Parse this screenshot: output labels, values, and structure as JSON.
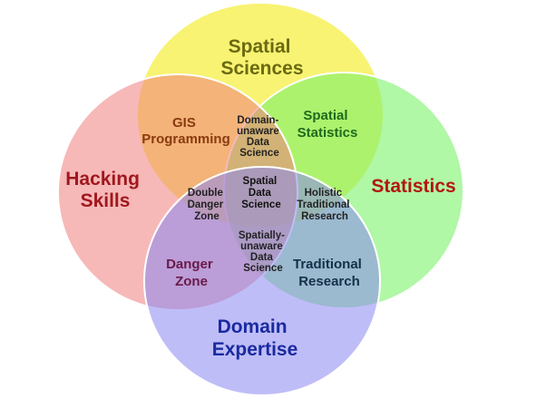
{
  "diagram": {
    "type": "venn",
    "sets": {
      "spatial_sciences": {
        "label_lines": [
          "Spatial",
          "Sciences"
        ],
        "fill": "#f6f04f",
        "text_color": "#6b6a12"
      },
      "statistics": {
        "label_lines": [
          "Statistics"
        ],
        "fill": "#7cf26a",
        "text_color": "#b3160f"
      },
      "hacking_skills": {
        "label_lines": [
          "Hacking",
          "Skills"
        ],
        "fill": "#f07e7e",
        "text_color": "#a0181e"
      },
      "domain_expertise": {
        "label_lines": [
          "Domain",
          "Expertise"
        ],
        "fill": "#8a86f0",
        "text_color": "#1a2aa0"
      }
    },
    "regions": {
      "gis_programming": {
        "label_lines": [
          "GIS",
          "Programming"
        ],
        "text_color": "#8a3a10"
      },
      "spatial_statistics": {
        "label_lines": [
          "Spatial",
          "Statistics"
        ],
        "text_color": "#1e6a1e"
      },
      "domain_unaware": {
        "label_lines": [
          "Domain-",
          "unaware",
          "Data",
          "Science"
        ],
        "text_color": "#222222"
      },
      "double_danger": {
        "label_lines": [
          "Double",
          "Danger",
          "Zone"
        ],
        "text_color": "#222222"
      },
      "spatial_data_science": {
        "label_lines": [
          "Spatial",
          "Data",
          "Science"
        ],
        "text_color": "#111111"
      },
      "holistic": {
        "label_lines": [
          "Holistic",
          "Traditional",
          "Research"
        ],
        "text_color": "#222222"
      },
      "spatially_unaware": {
        "label_lines": [
          "Spatially-",
          "unaware",
          "Data",
          "Science"
        ],
        "text_color": "#222222"
      },
      "danger_zone": {
        "label_lines": [
          "Danger",
          "Zone"
        ],
        "text_color": "#6a1a4a"
      },
      "traditional_research": {
        "label_lines": [
          "Traditional",
          "Research"
        ],
        "text_color": "#15304a"
      }
    }
  }
}
